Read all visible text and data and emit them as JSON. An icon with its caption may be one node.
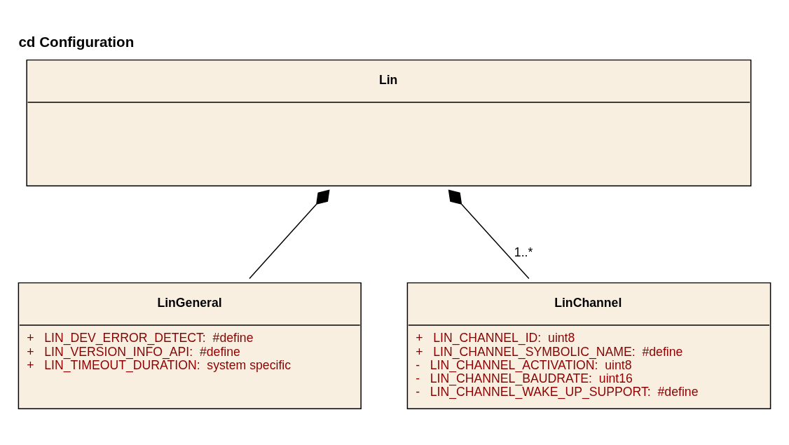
{
  "diagram": {
    "title": "cd Configuration",
    "nodes": [
      {
        "text": [
          "Lin"
        ]
      },
      {
        "text": [
          "LinGeneral",
          "+   LIN_DEV_ERROR_DETECT:  #define",
          "+   LIN_VERSION_INFO_API:  #define",
          "+   LIN_TIMEOUT_DURATION:  system specific"
        ]
      },
      {
        "text": [
          "LinChannel",
          "+   LIN_CHANNEL_ID:  uint8",
          "+   LIN_CHANNEL_SYMBOLIC_NAME:  #define",
          "-   LIN_CHANNEL_ACTIVATION:  uint8",
          "-   LIN_CHANNEL_BAUDRATE:  uint16",
          "-   LIN_CHANNEL_WAKE_UP_SUPPORT:  #define"
        ]
      }
    ],
    "edges": [
      {
        "from": 0,
        "to": 1,
        "arrow": "other"
      },
      {
        "from": 0,
        "to": 2,
        "arrow": "other",
        "label": "1..*"
      }
    ]
  }
}
